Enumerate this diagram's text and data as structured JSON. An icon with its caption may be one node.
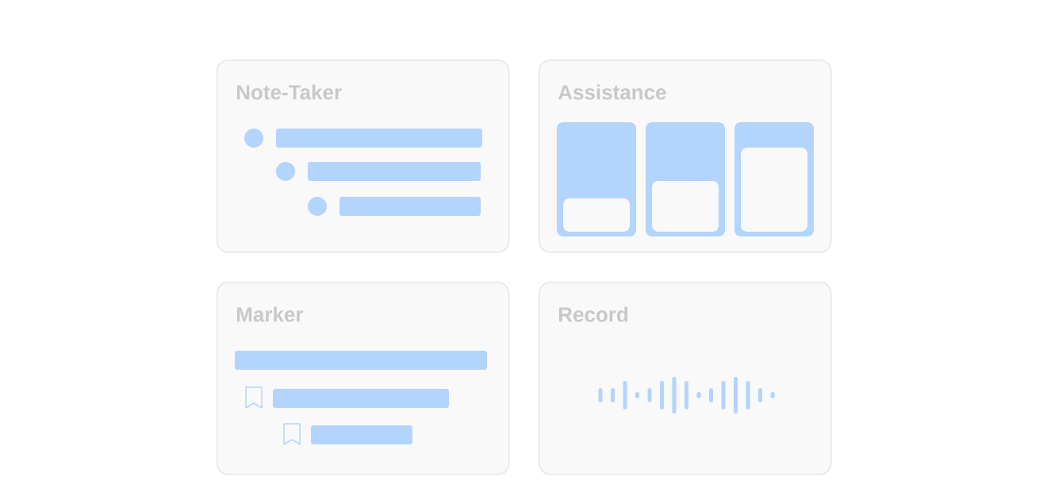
{
  "diagram": {
    "nodes": [
      {
        "text": [
          "Note-Taker"
        ]
      },
      {
        "text": [
          "Assistance"
        ]
      },
      {
        "text": [
          "Marker"
        ]
      },
      {
        "text": [
          "Record"
        ]
      }
    ]
  }
}
